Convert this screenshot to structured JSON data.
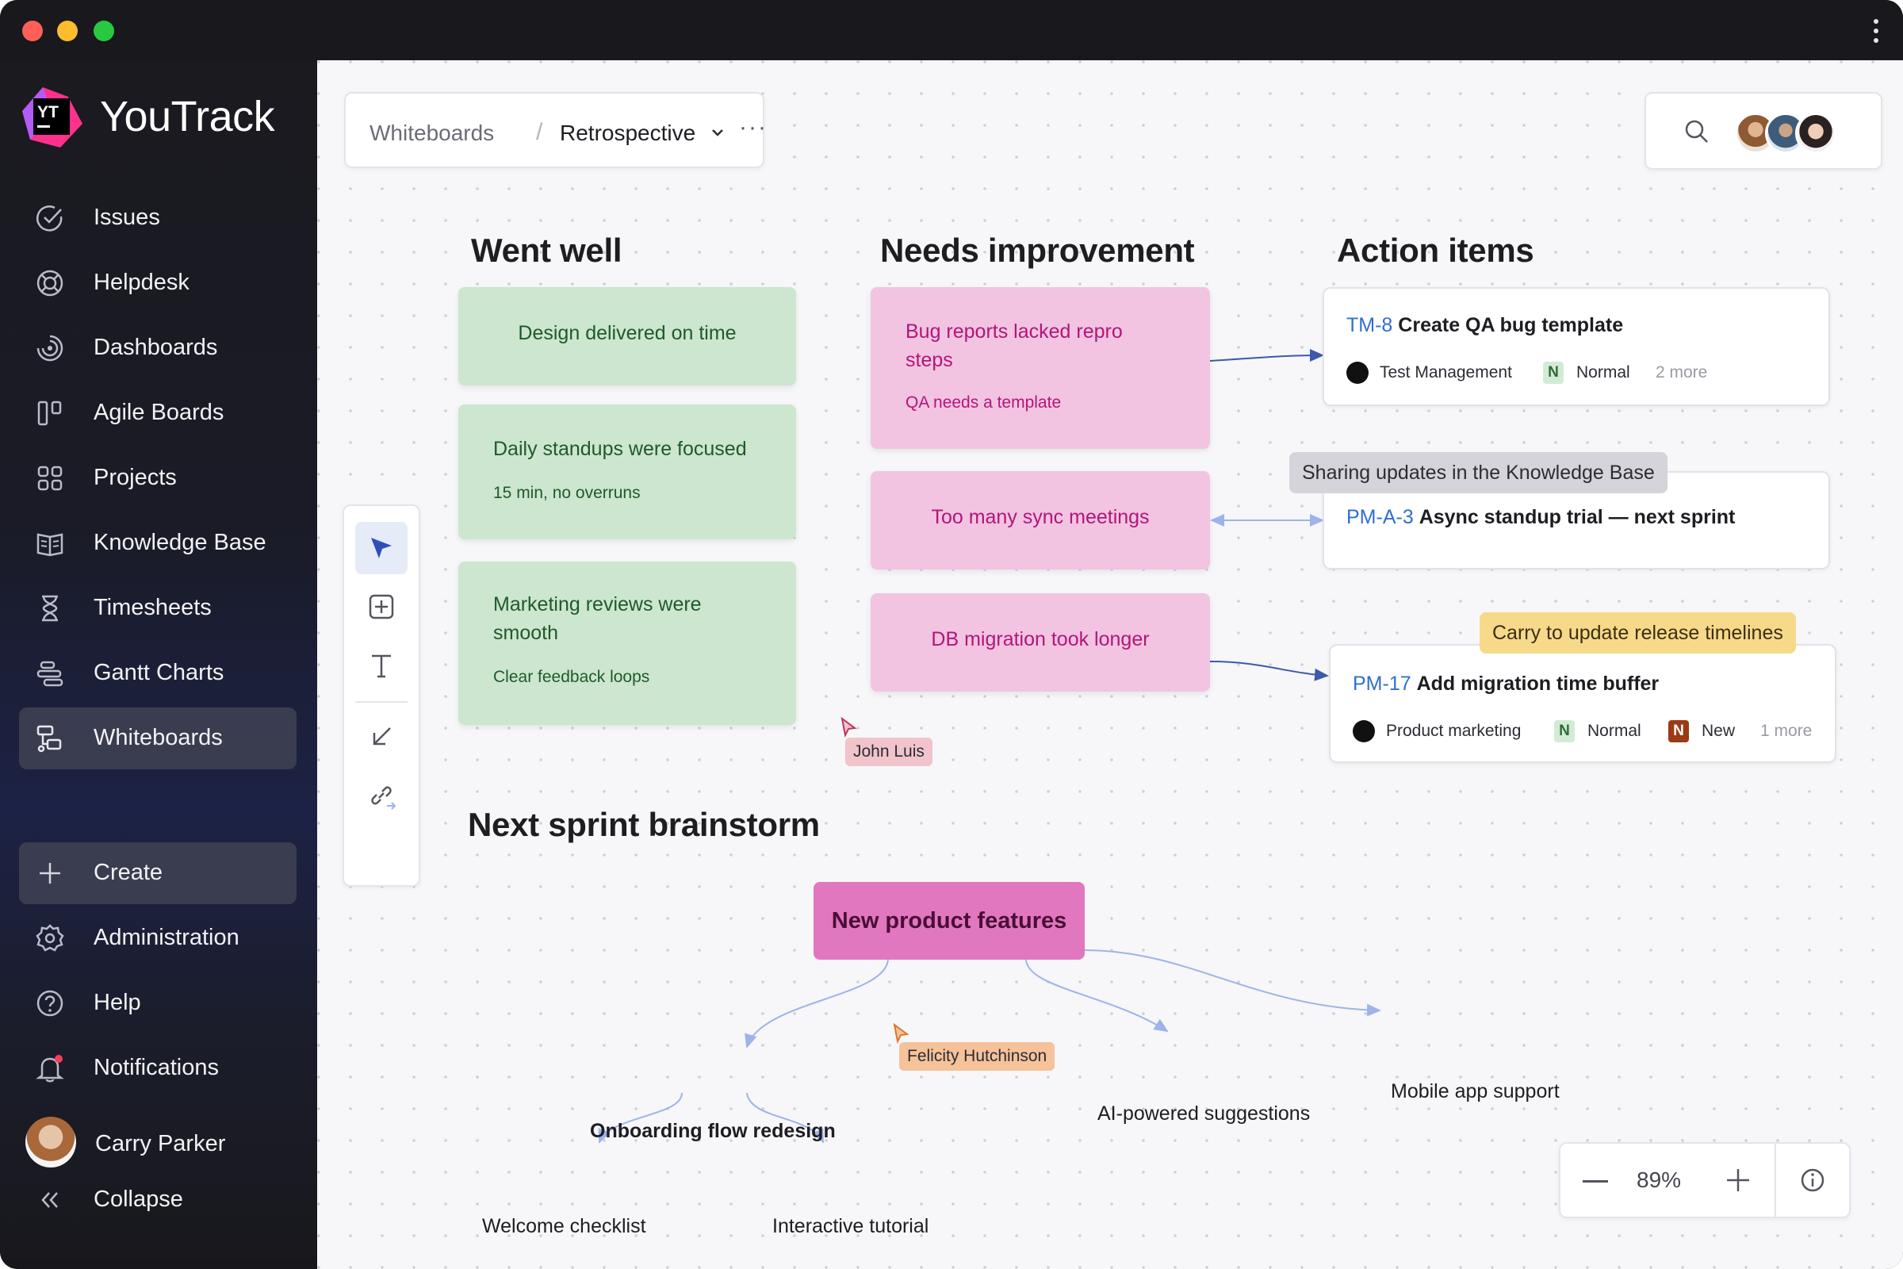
{
  "app": {
    "name": "YouTrack",
    "logo_text": "YT",
    "accent_color": "#ff318c"
  },
  "sidebar": {
    "items": [
      {
        "label": "Issues",
        "icon": "check-circle-icon"
      },
      {
        "label": "Helpdesk",
        "icon": "lifebuoy-icon"
      },
      {
        "label": "Dashboards",
        "icon": "dashboard-icon"
      },
      {
        "label": "Agile Boards",
        "icon": "agile-board-icon"
      },
      {
        "label": "Projects",
        "icon": "grid-icon"
      },
      {
        "label": "Knowledge Base",
        "icon": "book-icon"
      },
      {
        "label": "Timesheets",
        "icon": "hourglass-icon"
      },
      {
        "label": "Gantt Charts",
        "icon": "gantt-icon"
      },
      {
        "label": "Whiteboards",
        "icon": "whiteboard-icon",
        "active": true
      }
    ],
    "bottom_items": [
      {
        "label": "Create",
        "icon": "plus-icon"
      },
      {
        "label": "Administration",
        "icon": "gear-icon"
      },
      {
        "label": "Help",
        "icon": "help-icon"
      },
      {
        "label": "Notifications",
        "icon": "bell-icon"
      }
    ],
    "user": {
      "name": "Carry Parker"
    },
    "collapse_label": "Collapse"
  },
  "header": {
    "breadcrumb_root": "Whiteboards",
    "breadcrumb_separator": "/",
    "breadcrumb_current": "Retrospective",
    "more_label": "···"
  },
  "board": {
    "columns": {
      "went_well": "Went well",
      "needs_improvement": "Needs improvement",
      "action_items": "Action items"
    },
    "went_well_notes": [
      {
        "text": "Design delivered on time",
        "sub": ""
      },
      {
        "text": "Daily standups were focused",
        "sub": "15 min, no overruns"
      },
      {
        "text": "Marketing reviews were smooth",
        "sub": "Clear feedback loops"
      }
    ],
    "improvement_notes": [
      {
        "text": "Bug reports lacked repro steps",
        "sub": "QA needs a template"
      },
      {
        "text": "Too many sync meetings",
        "sub": ""
      },
      {
        "text": "DB migration took longer",
        "sub": ""
      }
    ],
    "action_cards": [
      {
        "id": "TM-8",
        "title": "Create QA bug template",
        "project": "Test Management",
        "priority_badge": "N",
        "priority": "Normal",
        "more": "2 more"
      },
      {
        "id": "PM-A-3",
        "title": "Async standup trial — next sprint",
        "tag": "Sharing updates in the Knowledge Base"
      },
      {
        "id": "PM-17",
        "title": "Add migration time buffer",
        "tag": "Carry to update release timelines",
        "project": "Product marketing",
        "priority_badge": "N",
        "priority": "Normal",
        "state_badge": "N",
        "state": "New",
        "more": "1 more"
      }
    ],
    "cursors": [
      {
        "name": "John Luis",
        "color": "#f1c4cc"
      },
      {
        "name": "Felicity Hutchinson",
        "color": "#f6c29a"
      }
    ],
    "brainstorm": {
      "title": "Next sprint brainstorm",
      "center": "New product features",
      "branches": [
        "Onboarding flow redesign",
        "AI-powered suggestions",
        "Mobile app support"
      ],
      "sub_branches": [
        "Welcome checklist",
        "Interactive tutorial"
      ]
    }
  },
  "zoom": {
    "value": "89%"
  }
}
